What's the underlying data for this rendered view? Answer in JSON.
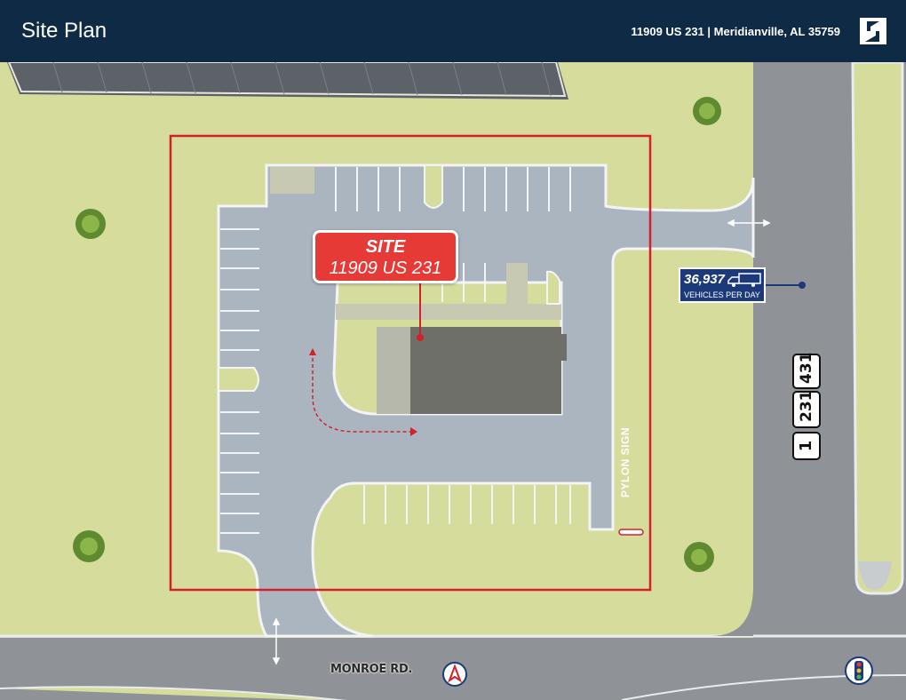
{
  "header": {
    "title": "Site Plan",
    "address": "11909 US 231 | Meridianville, AL 35759",
    "logo_icon": "brand-s-logo"
  },
  "site": {
    "label_line1": "SITE",
    "label_line2": "11909 US 231"
  },
  "traffic": {
    "count": "36,937",
    "caption": "VEHICLES PER DAY",
    "icon": "truck-icon"
  },
  "streets": {
    "monroe": "MONROE RD."
  },
  "pylon_sign": "PYLON SIGN",
  "route_shields": [
    "1",
    "231",
    "431"
  ],
  "icons": {
    "compass": "north-arrow-icon",
    "signal": "traffic-signal-icon"
  },
  "colors": {
    "header_bg": "#0e2a45",
    "site_label": "#e63a36",
    "boundary": "#d3212a",
    "traffic_box": "#1c3a79",
    "grass": "#d6dd9c",
    "pavement": "#aab5c0",
    "road": "#8f9398",
    "building": "#6f6f69"
  }
}
